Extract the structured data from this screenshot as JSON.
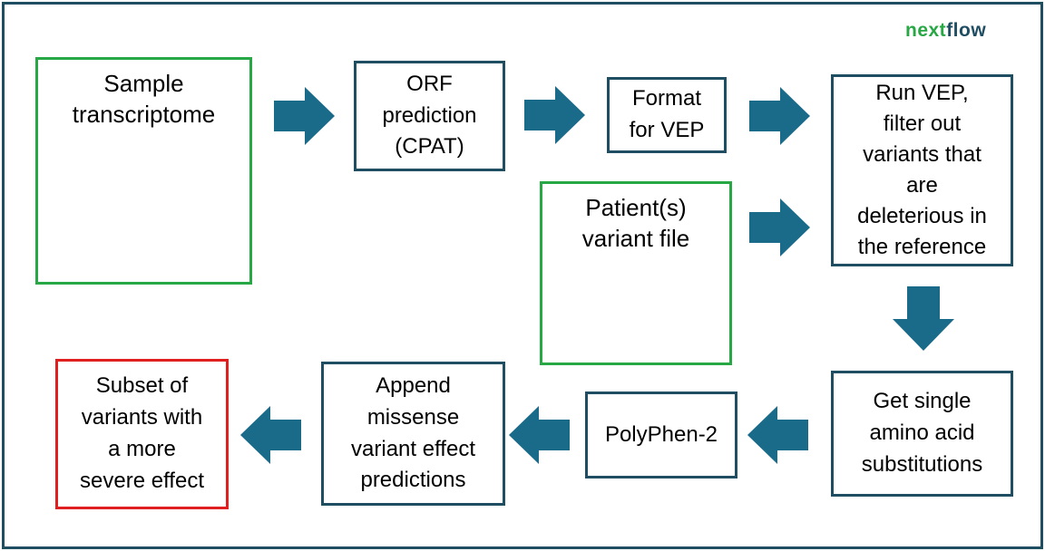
{
  "logo": {
    "part1": "next",
    "part2": "flow"
  },
  "boxes": {
    "sample_transcriptome": [
      "Sample",
      "transcriptome"
    ],
    "orf_prediction": [
      "ORF",
      "prediction",
      "(CPAT)"
    ],
    "format_for_vep": [
      "Format",
      "for VEP"
    ],
    "run_vep": [
      "Run VEP,",
      "filter out",
      "variants that",
      "are",
      "deleterious in",
      "the reference"
    ],
    "patient_variant_file": [
      "Patient(s)",
      "variant file"
    ],
    "get_substitutions": [
      "Get single",
      "amino acid",
      "substitutions"
    ],
    "polyphen": [
      "PolyPhen-2"
    ],
    "append_predictions": [
      "Append",
      "missense",
      "variant effect",
      "predictions"
    ],
    "subset_variants": [
      "Subset of",
      "variants with",
      "a more",
      "severe effect"
    ]
  },
  "colors": {
    "box_border": "#1f4e63",
    "input_border": "#28a745",
    "output_border": "#e02020",
    "arrow": "#1a6a8a"
  }
}
